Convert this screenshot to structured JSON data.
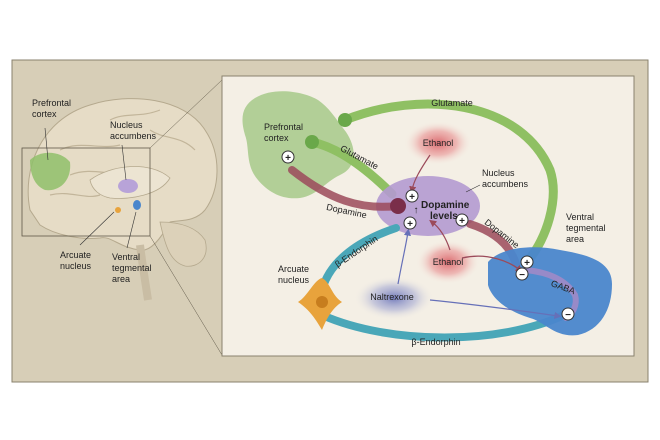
{
  "brain_labels": {
    "prefrontal_cortex": [
      "Prefrontal",
      "cortex"
    ],
    "nucleus_accumbens": [
      "Nucleus",
      "accumbens"
    ],
    "arcuate_nucleus": [
      "Arcuate",
      "nucleus"
    ],
    "ventral_tegmental_area": [
      "Ventral",
      "tegmental",
      "area"
    ]
  },
  "diagram": {
    "regions": {
      "prefrontal_cortex": [
        "Prefrontal",
        "cortex"
      ],
      "nucleus_accumbens": [
        "Nucleus",
        "accumbens"
      ],
      "arcuate_nucleus": [
        "Arcuate",
        "nucleus"
      ],
      "ventral_tegmental_area": [
        "Ventral",
        "tegmental",
        "area"
      ]
    },
    "center": [
      "Dopamine",
      "levels"
    ],
    "center_arrow": "↑",
    "agents": {
      "ethanol_top": "Ethanol",
      "ethanol_bottom": "Ethanol",
      "naltrexone": "Naltrexone"
    },
    "pathways": {
      "glutamate_top": "Glutamate",
      "glutamate_mid": "Glutamate",
      "dopamine_left": "Dopamine",
      "dopamine_right": "Dopamine",
      "beta_endorphin_top": "β-Endorphin",
      "beta_endorphin_bottom": "β-Endorphin",
      "gaba": "GABA"
    },
    "signs": {
      "plus": "+",
      "minus": "−"
    }
  },
  "colors": {
    "frame_bg": "#d7ceb7",
    "panel_bg": "#f4efe5",
    "cortex_green": "#9cc383",
    "glutamate_green": "#8fc063",
    "dopamine_red": "#9b4a5a",
    "accumbens_purple": "#b49ad0",
    "vta_blue": "#4a86cc",
    "endorphin_teal": "#4aa7b8",
    "arcuate_orange": "#e8a33c",
    "ethanol_red": "#d9656a",
    "naltrexone_blue": "#6670b8"
  }
}
